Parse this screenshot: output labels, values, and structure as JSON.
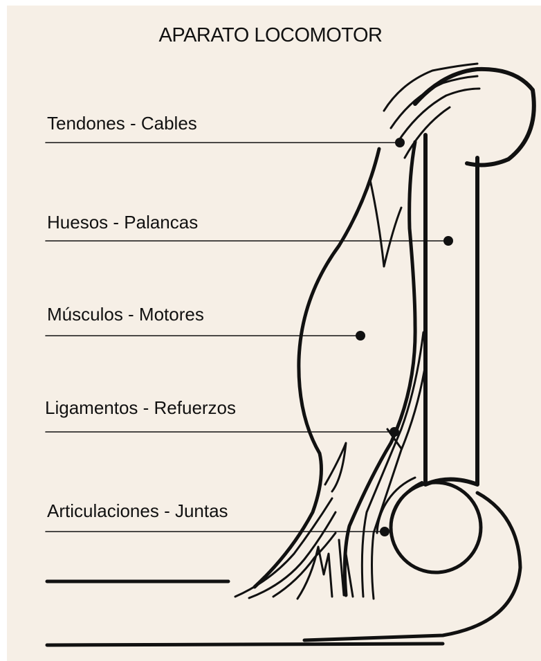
{
  "title": "APARATO LOCOMOTOR",
  "labels": [
    {
      "text": "Tendones - Cables"
    },
    {
      "text": "Huesos - Palancas"
    },
    {
      "text": "Músculos - Motores"
    },
    {
      "text": "Ligamentos - Refuerzos"
    },
    {
      "text": "Articulaciones - Juntas"
    }
  ],
  "colors": {
    "background": "#f6efe6",
    "ink": "#111111"
  }
}
